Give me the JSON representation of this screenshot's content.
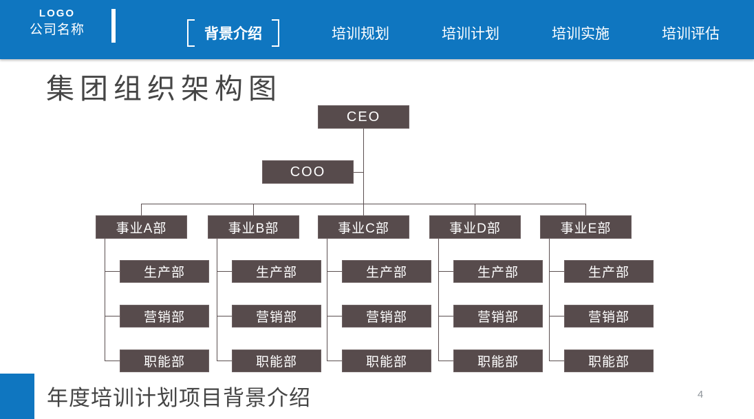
{
  "header": {
    "logo": "LOGO",
    "company": "公司名称",
    "nav": [
      {
        "label": "背景介绍",
        "active": true
      },
      {
        "label": "培训规划",
        "active": false
      },
      {
        "label": "培训计划",
        "active": false
      },
      {
        "label": "培训实施",
        "active": false
      },
      {
        "label": "培训评估",
        "active": false
      }
    ]
  },
  "slide": {
    "title": "集团组织架构图",
    "footer_title": "年度培训计划项目背景介绍",
    "page_number": "4"
  },
  "org_chart": {
    "root": "CEO",
    "deputy": "COO",
    "divisions": [
      {
        "name": "事业A部",
        "children": [
          "生产部",
          "营销部",
          "职能部"
        ]
      },
      {
        "name": "事业B部",
        "children": [
          "生产部",
          "营销部",
          "职能部"
        ]
      },
      {
        "name": "事业C部",
        "children": [
          "生产部",
          "营销部",
          "职能部"
        ]
      },
      {
        "name": "事业D部",
        "children": [
          "生产部",
          "营销部",
          "职能部"
        ]
      },
      {
        "name": "事业E部",
        "children": [
          "生产部",
          "营销部",
          "职能部"
        ]
      }
    ]
  },
  "colors": {
    "header_blue": "#0f76c0",
    "node_dark": "#574b4c",
    "connector": "#5a4e4f",
    "title_text": "#454545",
    "page_number_gray": "#8f959b"
  }
}
